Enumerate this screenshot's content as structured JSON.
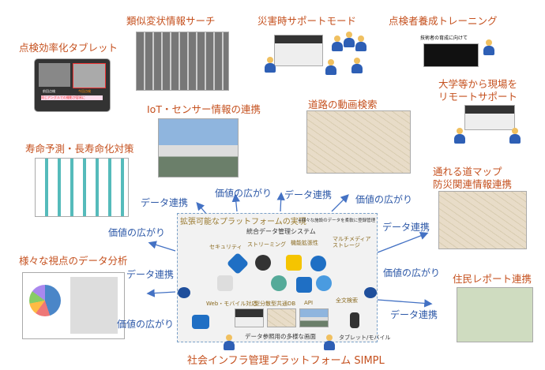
{
  "features": {
    "tablet": "点検効率化タブレット",
    "similar_search": "類似変状情報サーチ",
    "disaster_mode": "災害時サポートモード",
    "training": "点検者養成トレーニング",
    "remote_support_1": "大学等から現場を",
    "remote_support_2": "リモートサポート",
    "iot": "IoT・センサー情報の連携",
    "road_video": "道路の動画検索",
    "life_prediction": "寿命予測・長寿命化対策",
    "passable_map_1": "通れる道マップ",
    "passable_map_2": "防災関連情報連携",
    "analysis": "様々な視点のデータ分析",
    "resident_report": "住民レポート連携"
  },
  "tablet_screen": {
    "prev": "前回点検",
    "curr": "今回点検",
    "caption": "同じアングルでの撮影が容易に"
  },
  "training_caption": "技術者の育成に向けて",
  "flow_labels": {
    "data_link": "データ連携",
    "value_spread": "価値の広がり"
  },
  "platform": {
    "header": "拡張可能なプラットフォームの実現",
    "note": "※様々な施設のデータを柔軟に登録管理",
    "system": "統合データ管理システム",
    "security": "セキュリティ",
    "streaming": "ストリーミング",
    "extensibility": "機能拡張性",
    "multimedia_1": "マルチメディア",
    "multimedia_2": "ストレージ",
    "web_mobile": "Web・モバイル対応",
    "db": "型分散型共通DB",
    "api": "API",
    "fulltext": "全文検索",
    "screens": "データ参照用の多様な画面",
    "tablet_mobile": "タブレット/モバイル",
    "title": "社会インフラ管理プラットフォーム SIMPL"
  },
  "colors": {
    "title": "#c5511f",
    "flow": "#2e59a8"
  }
}
